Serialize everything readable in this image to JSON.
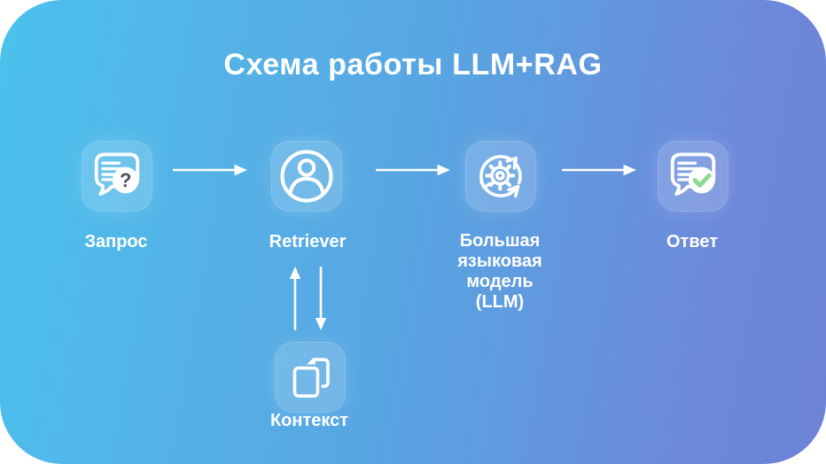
{
  "card": {
    "title": "Схема работы LLM+RAG"
  },
  "nodes": [
    {
      "id": "query",
      "label": "Запрос",
      "icon": "chat-question-icon"
    },
    {
      "id": "retriever",
      "label": "Retriever",
      "icon": "user-circle-icon"
    },
    {
      "id": "llm",
      "label": "Большая языковая модель (LLM)",
      "label_lines": [
        "Большая",
        "языковая",
        "модель",
        "(LLM)"
      ],
      "icon": "gear-cycle-icon"
    },
    {
      "id": "answer",
      "label": "Ответ",
      "icon": "chat-check-icon"
    },
    {
      "id": "context",
      "label": "Контекст",
      "icon": "documents-icon"
    }
  ],
  "arrows": [
    {
      "from": "query",
      "to": "retriever",
      "direction": "right"
    },
    {
      "from": "retriever",
      "to": "llm",
      "direction": "right"
    },
    {
      "from": "llm",
      "to": "answer",
      "direction": "right"
    },
    {
      "from": "context",
      "to": "retriever",
      "direction": "up"
    },
    {
      "from": "retriever",
      "to": "context",
      "direction": "down"
    }
  ],
  "colors": {
    "background_gradient_start": "#4bc2ed",
    "background_gradient_mid": "#58a5e2",
    "background_gradient_end": "#6c82d6",
    "icon_box_background": "rgba(255,255,255,0.17)",
    "text": "#ffffff",
    "question_mark": "#4b505a",
    "check_green": "#8cd98f"
  }
}
